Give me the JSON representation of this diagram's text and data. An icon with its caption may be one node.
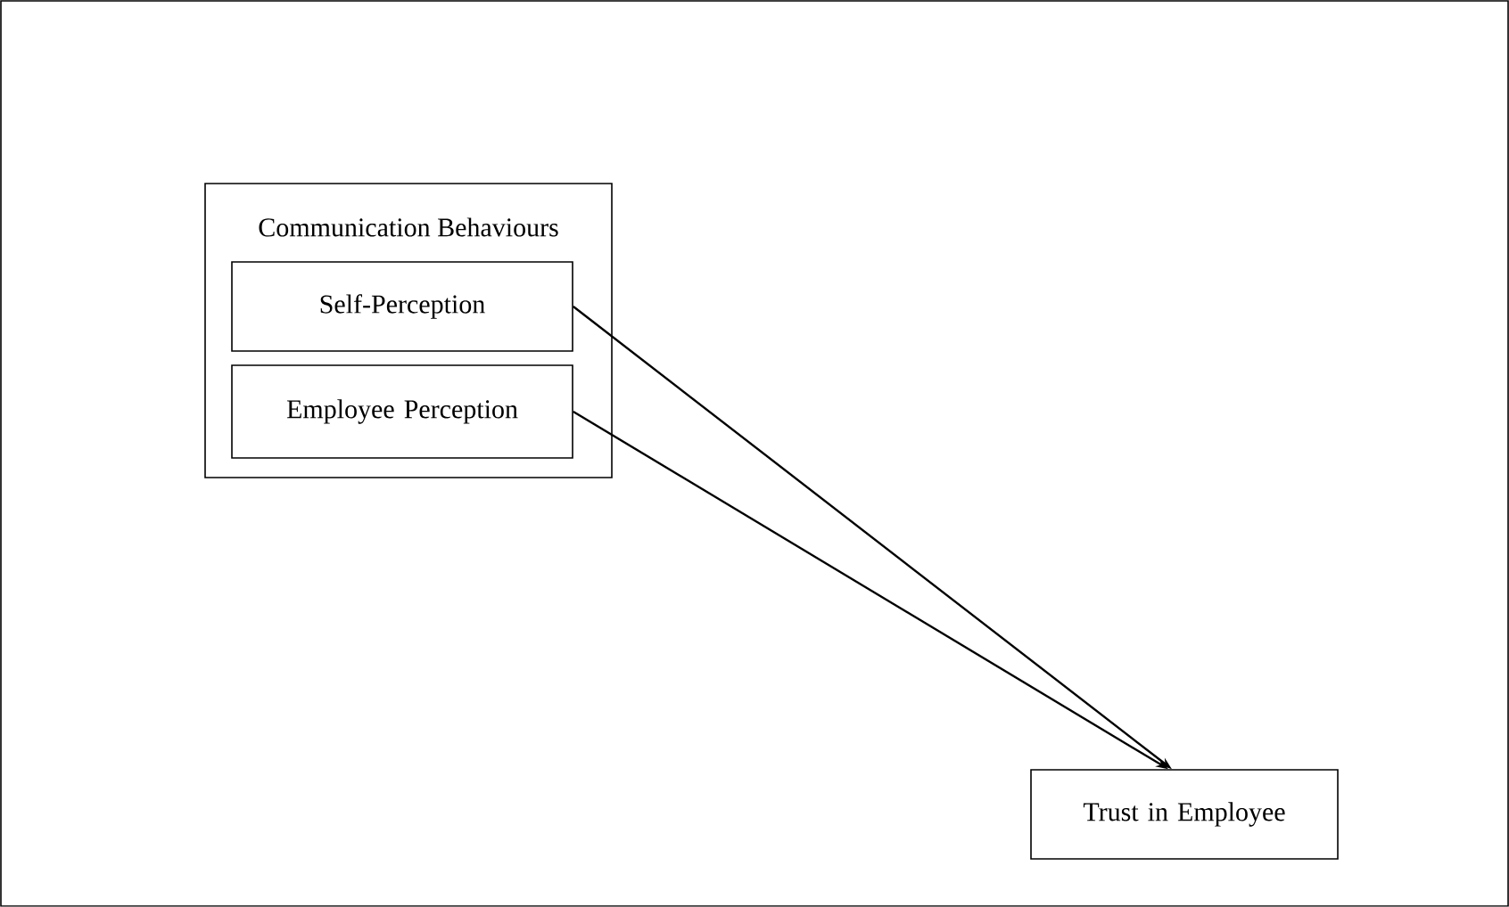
{
  "diagram": {
    "nodes": [
      {
        "text": [
          "Communication Behaviours"
        ]
      },
      {
        "text": [
          "Self-Perception"
        ],
        "in": 0
      },
      {
        "text": [
          "Employee Perception"
        ],
        "in": 0
      },
      {
        "text": [
          "Trust in Employee"
        ]
      }
    ],
    "edges": [
      {
        "from": 1,
        "to": 3,
        "arrow": "to"
      },
      {
        "from": 2,
        "to": 3,
        "arrow": "to"
      }
    ]
  }
}
